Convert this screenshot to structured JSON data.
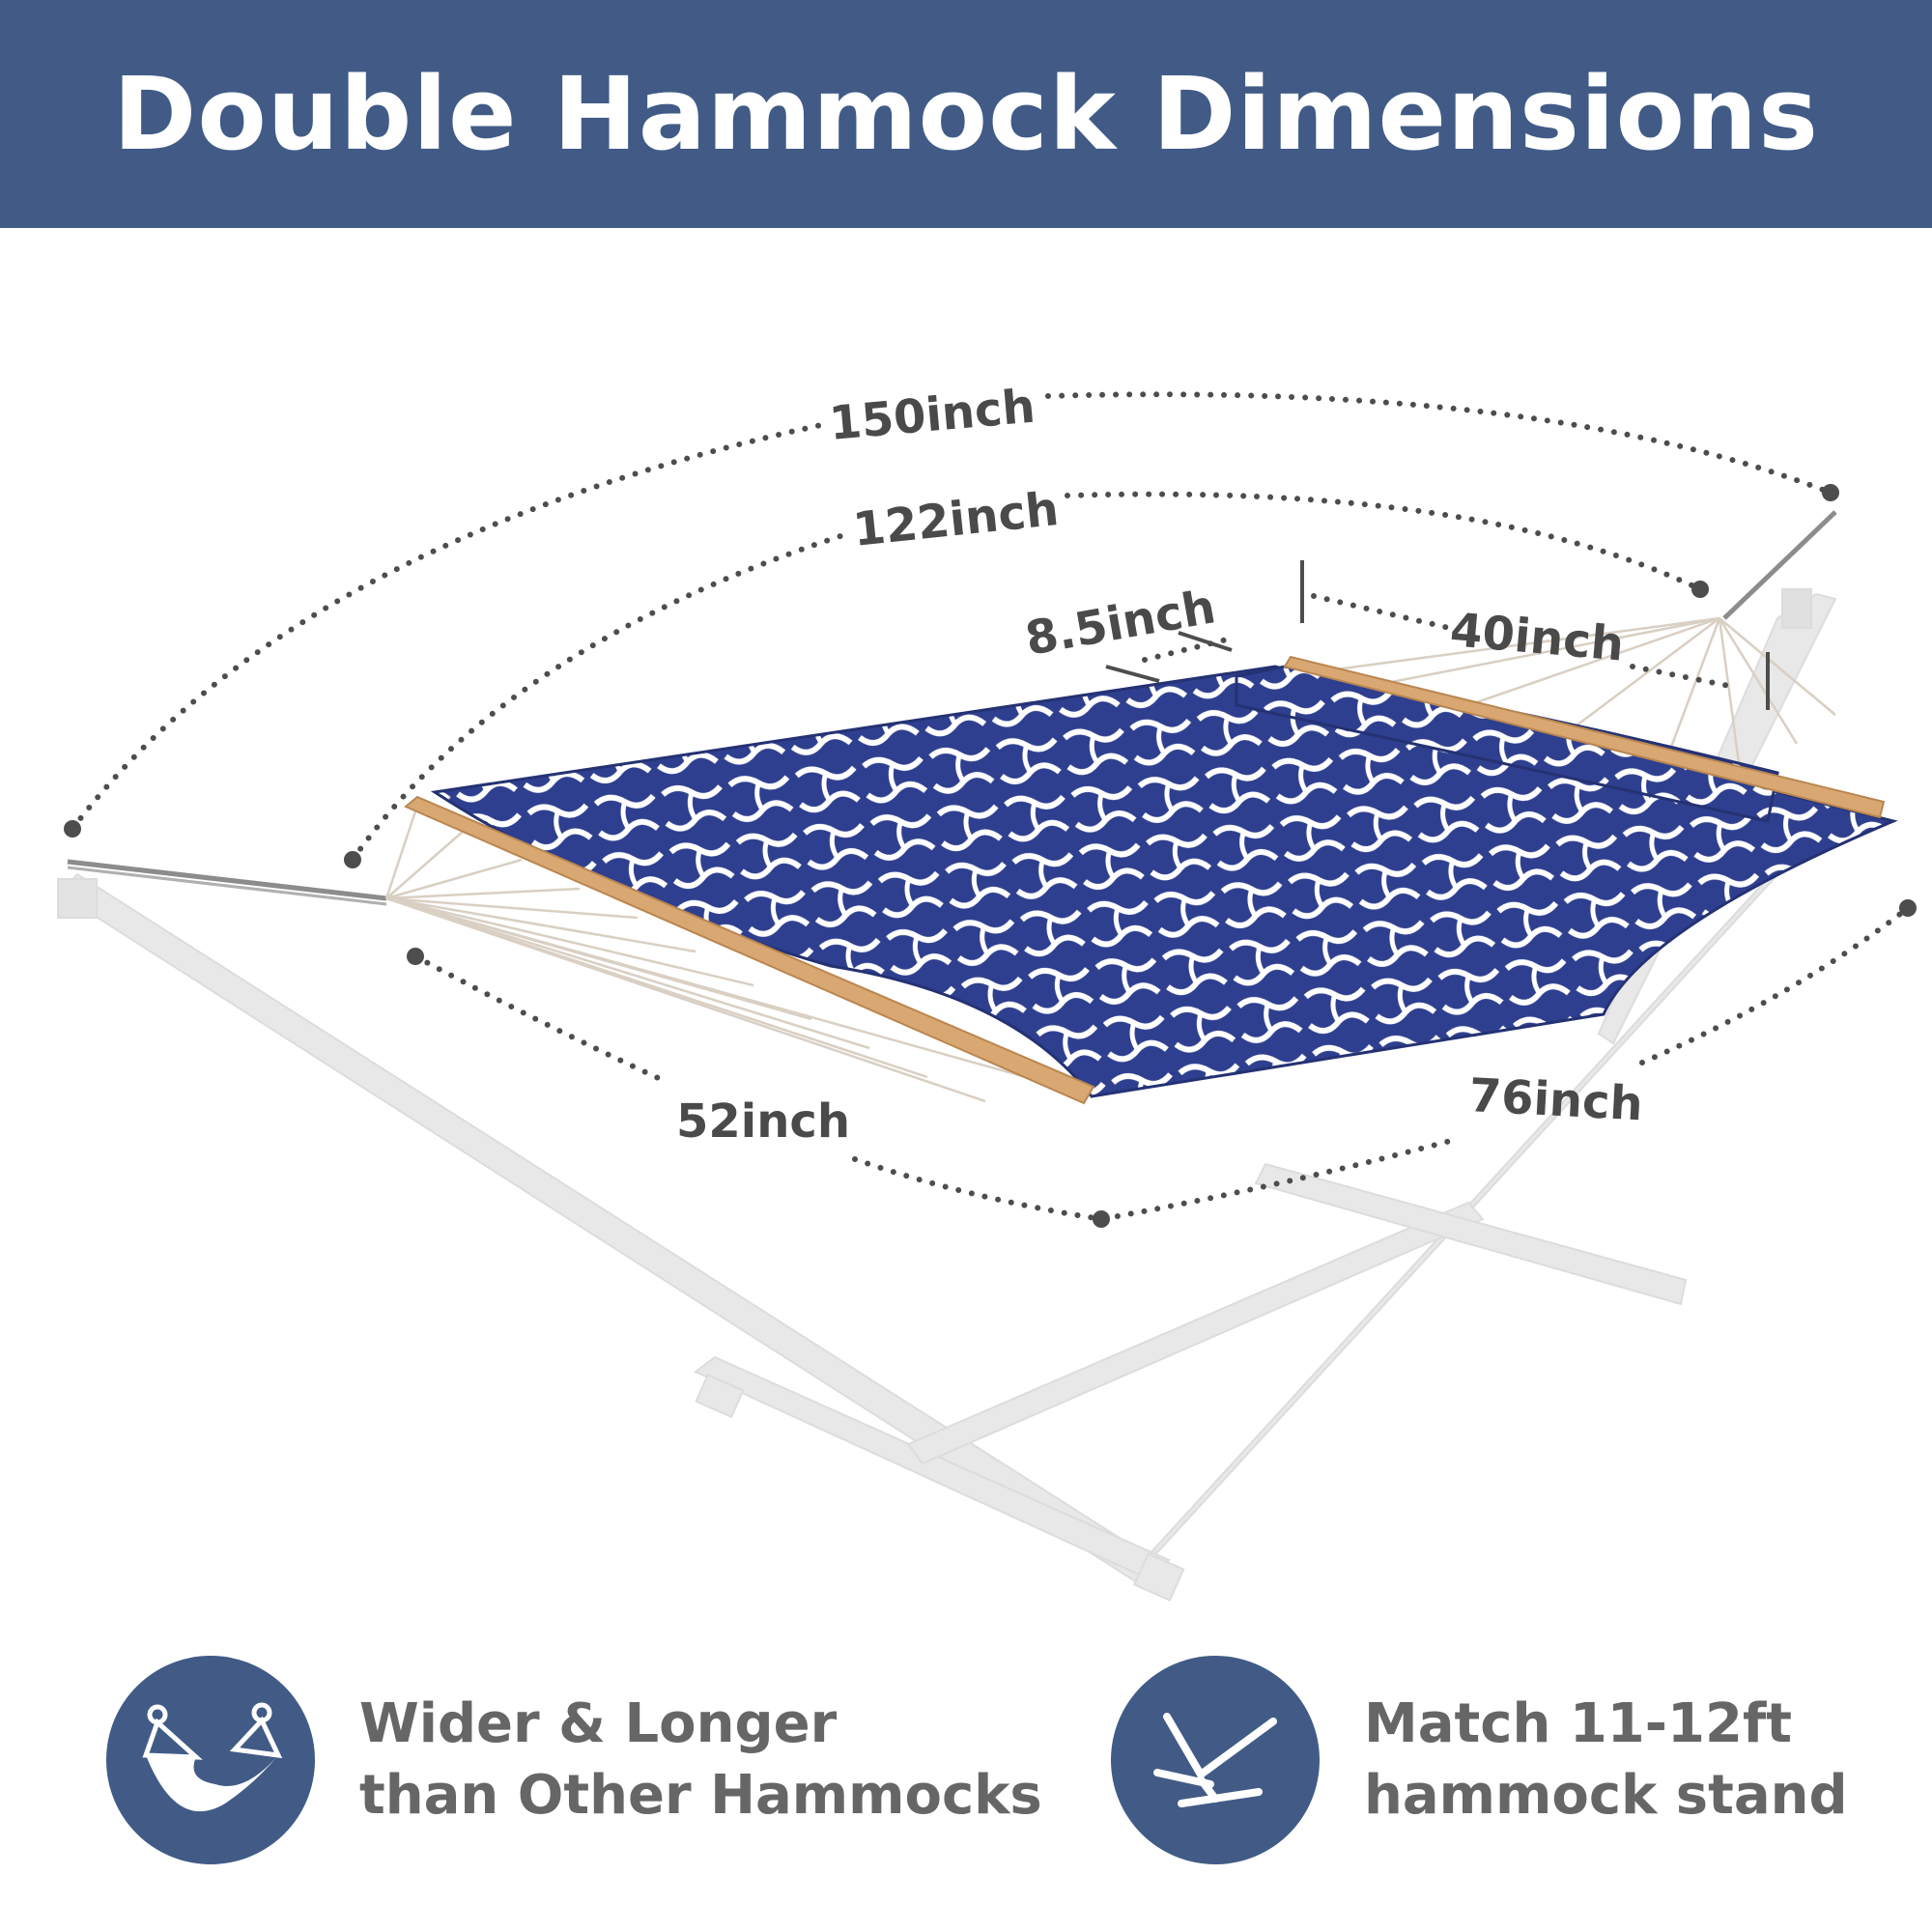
{
  "title": "Double Hammock Dimensions",
  "dimensions": {
    "total_length": "150inch",
    "bed_length": "122inch",
    "pillow_height": "8.5inch",
    "pillow_width": "40inch",
    "bar_width": "52inch",
    "bed_width": "76inch"
  },
  "features": [
    {
      "line1": "Wider & Longer",
      "line2": "than Other Hammocks",
      "icon": "hammock-icon"
    },
    {
      "line1": "Match 11-12ft",
      "line2": "hammock stand",
      "icon": "stand-icon"
    }
  ],
  "colors": {
    "brand_blue": "#415b86",
    "label_gray": "#4a4a4a",
    "fabric_navy": "#2f3f8f",
    "stand_gray": "#e6e6e6",
    "wood": "#d9a872"
  }
}
